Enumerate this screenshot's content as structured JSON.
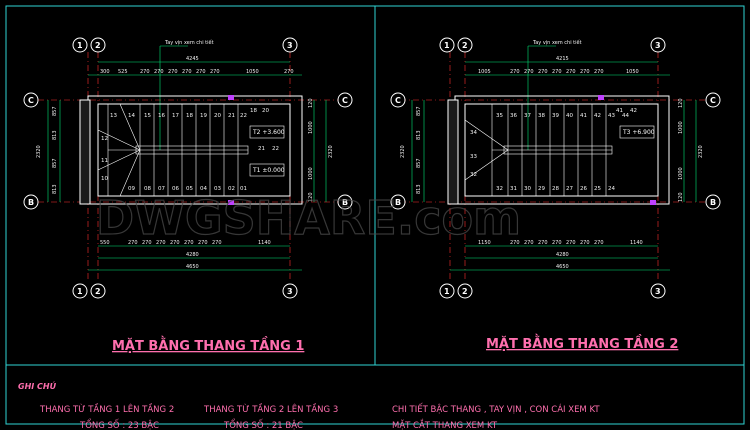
{
  "plans": [
    {
      "title": "MẶT BẰNG THANG TẦNG 1",
      "handrail_note": "Tay vịn xem chi tiết",
      "axes": {
        "top": [
          "1",
          "2",
          "3"
        ],
        "bottom": [
          "1",
          "2",
          "3"
        ],
        "left": [
          "C",
          "B"
        ],
        "right": [
          "C",
          "B"
        ]
      },
      "dim_top_total": "4245",
      "dim_top": [
        "300",
        "525",
        "270",
        "270",
        "270",
        "270",
        "270",
        "270",
        "1050",
        "270"
      ],
      "dim_bottom": [
        "550",
        "270",
        "270",
        "270",
        "270",
        "270",
        "270",
        "270",
        "1140"
      ],
      "dim_bottom_total": "4280",
      "dim_bottom_overall": "4650",
      "dim_left": [
        "857",
        "813",
        "857",
        "813"
      ],
      "dim_left_total": "2320",
      "dim_right": [
        "120",
        "1000",
        "1000",
        "120"
      ],
      "dim_right_total": "2320",
      "steps_top": [
        "13",
        "14",
        "15",
        "16",
        "17",
        "18",
        "19",
        "20",
        "21",
        "22"
      ],
      "steps_left": [
        "12",
        "11",
        "10"
      ],
      "steps_bottom": [
        "09",
        "08",
        "07",
        "06",
        "05",
        "04",
        "03",
        "02",
        "01"
      ],
      "steps_extra": [
        "18",
        "20",
        "21",
        "22"
      ],
      "levels": [
        "T2 +3.600",
        "T1 ±0.000"
      ]
    },
    {
      "title": "MẶT BẰNG THANG TẦNG 2",
      "handrail_note": "Tay vịn xem chi tiết",
      "axes": {
        "top": [
          "1",
          "2",
          "3"
        ],
        "bottom": [
          "1",
          "2",
          "3"
        ],
        "left": [
          "C",
          "B"
        ],
        "right": [
          "C",
          "B"
        ]
      },
      "dim_top_total": "4215",
      "dim_top": [
        "1005",
        "270",
        "270",
        "270",
        "270",
        "270",
        "270",
        "270",
        "1050"
      ],
      "dim_bottom": [
        "1150",
        "270",
        "270",
        "270",
        "270",
        "270",
        "270",
        "270",
        "1140"
      ],
      "dim_bottom_total": "4280",
      "dim_bottom_overall": "4650",
      "dim_left": [
        "857",
        "813",
        "857",
        "813"
      ],
      "dim_left_total": "2320",
      "dim_right": [
        "120",
        "1000",
        "1000",
        "120"
      ],
      "dim_right_total": "2320",
      "steps_top": [
        "35",
        "36",
        "37",
        "38",
        "39",
        "40",
        "41",
        "42",
        "43",
        "44"
      ],
      "steps_left": [
        "34",
        "33",
        "32"
      ],
      "steps_bottom": [
        "32",
        "31",
        "30",
        "29",
        "28",
        "27",
        "26",
        "25",
        "24"
      ],
      "steps_extra": [
        "41",
        "42"
      ],
      "levels": [
        "T3 +6.900"
      ]
    }
  ],
  "watermark": "DWGSHARE.com",
  "notes": {
    "heading": "GHI CHÚ",
    "col1": [
      "THANG TỪ TẦNG 1 LÊN TẦNG 2",
      "TỔNG SỐ : 23 BẬC"
    ],
    "col2": [
      "THANG TỪ TẦNG 2 LÊN TẦNG 3",
      "TỔNG SỐ : 21 BẬC"
    ],
    "col3": [
      "CHI TIẾT BẬC THANG , TAY VỊN , CON CÁI XEM KT",
      "MẶT CẮT THANG XEM KT"
    ]
  },
  "colors": {
    "background": "#000000",
    "frame": "#2fd4d4",
    "wall": "#ffffff",
    "grid": "#ff3030",
    "dim": "#00e676",
    "title": "#ff6fae",
    "axis_label": "#ffffff"
  }
}
